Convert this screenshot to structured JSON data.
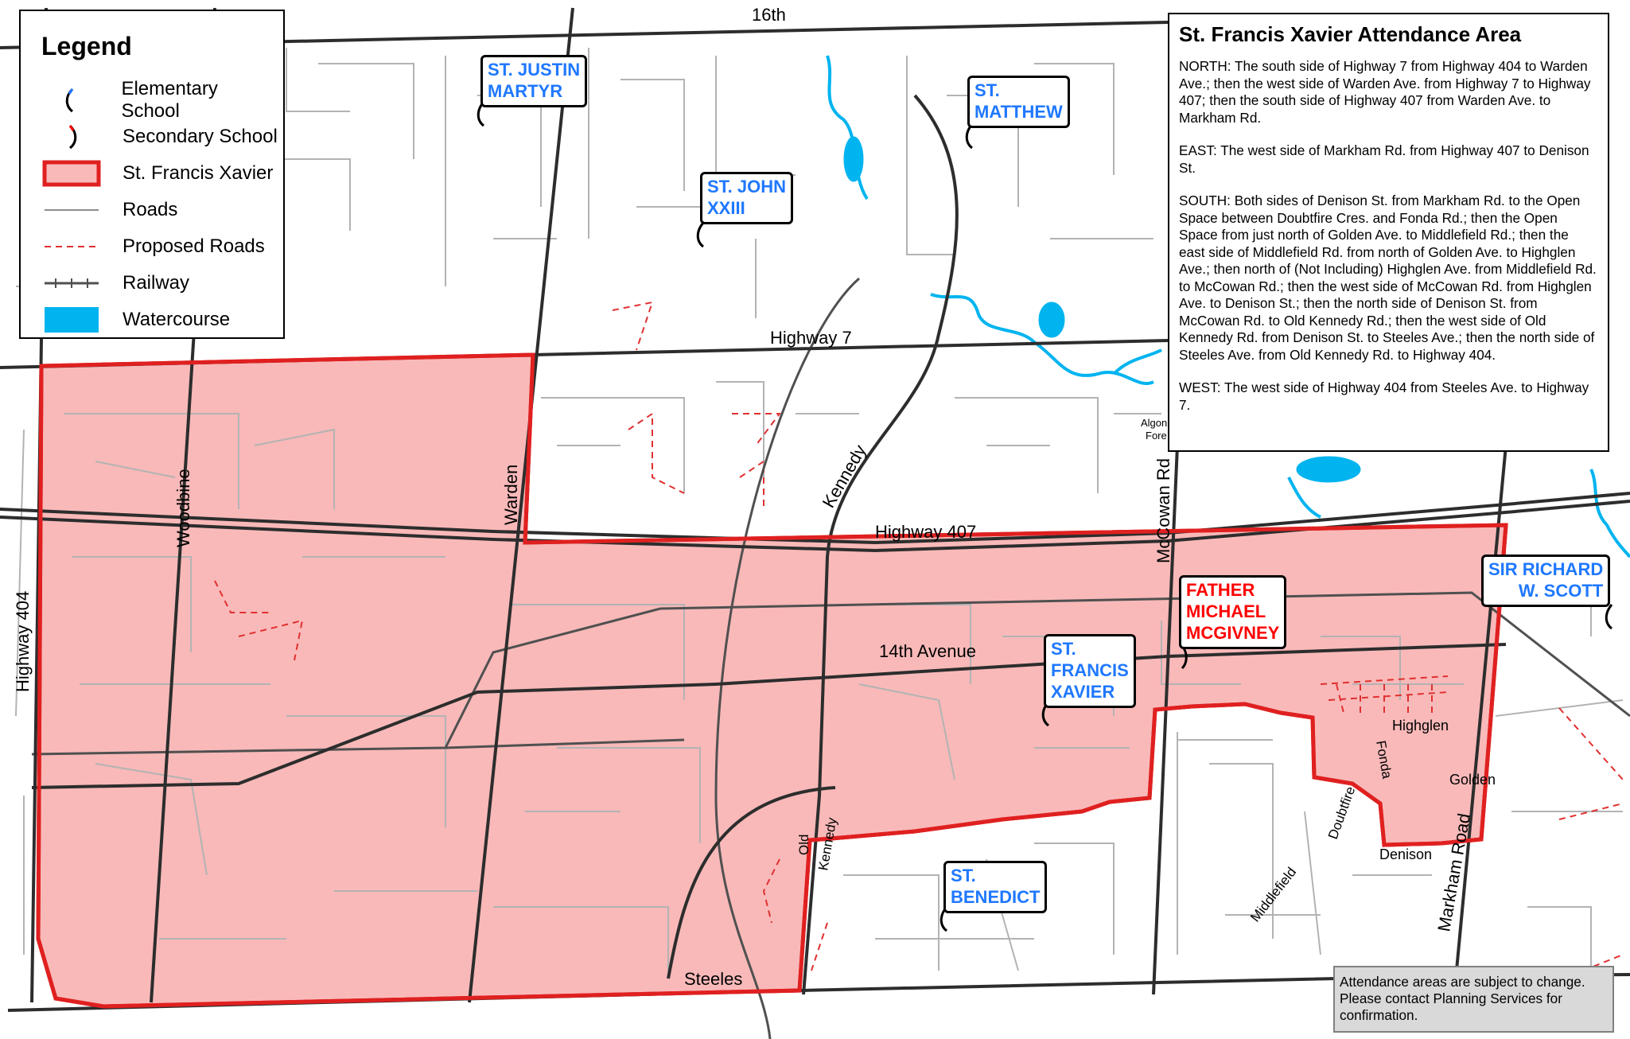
{
  "legend": {
    "title": "Legend",
    "items": [
      {
        "label": "Elementary School",
        "icon": "elementary-school-icon"
      },
      {
        "label": "Secondary School",
        "icon": "secondary-school-icon"
      },
      {
        "label": "St. Francis Xavier",
        "icon": "boundary-area-icon"
      },
      {
        "label": "Roads",
        "icon": "road-line-icon"
      },
      {
        "label": "Proposed Roads",
        "icon": "proposed-road-icon"
      },
      {
        "label": "Railway",
        "icon": "railway-icon"
      },
      {
        "label": "Watercourse",
        "icon": "watercourse-icon"
      }
    ]
  },
  "info": {
    "title": "St. Francis Xavier Attendance Area",
    "north": "NORTH: The south side of Highway 7 from Highway 404 to Warden Ave.; then the west side of Warden Ave. from Highway 7 to Highway 407; then the south side of Highway 407 from Warden Ave. to Markham Rd.",
    "east": "EAST: The west side of Markham Rd. from Highway 407 to Denison St.",
    "south": "SOUTH: Both sides of Denison St. from Markham Rd. to the Open Space between Doubtfire Cres. and Fonda Rd.; then the Open Space from just north of Golden Ave. to Middlefield Rd.; then the east side of Middlefield Rd. from north of Golden Ave. to Highglen Ave.; then north of (Not Including) Highglen Ave. from Middlefield Rd. to McCowan Rd.; then the west side of McCowan Rd. from Highglen Ave. to Denison St.; then the north side of Denison St. from McCowan Rd. to Old Kennedy Rd.; then the west side of Old Kennedy Rd. from Denison St. to Steeles Ave.; then the north side of Steeles Ave. from Old Kennedy Rd. to Highway 404.",
    "west": "WEST: The west side of Highway 404 from Steeles Ave. to Highway 7."
  },
  "note": "Attendance areas are subject to change. Please contact Planning Services for confirmation.",
  "schools": [
    {
      "name": "ST. JUSTIN MARTYR",
      "type": "elementary"
    },
    {
      "name": "ST. MATTHEW",
      "type": "elementary"
    },
    {
      "name": "ST. JOHN XXIII",
      "type": "elementary"
    },
    {
      "name": "FATHER MICHAEL MCGIVNEY",
      "type": "secondary"
    },
    {
      "name": "SIR RICHARD W. SCOTT",
      "type": "elementary"
    },
    {
      "name": "ST. FRANCIS XAVIER",
      "type": "elementary"
    },
    {
      "name": "ST. BENEDICT",
      "type": "elementary"
    }
  ],
  "school_lines": {
    "justin": [
      "ST. JUSTIN",
      "MARTYR"
    ],
    "matthew": [
      "ST.",
      "MATTHEW"
    ],
    "john": [
      "ST. JOHN",
      "XXIII"
    ],
    "mcgivney": [
      "FATHER",
      "MICHAEL",
      "MCGIVNEY"
    ],
    "scott": [
      "SIR RICHARD",
      "W. SCOTT"
    ],
    "fx": [
      "ST.",
      "FRANCIS",
      "XAVIER"
    ],
    "benedict": [
      "ST.",
      "BENEDICT"
    ]
  },
  "roads": {
    "r16th": "16th",
    "hwy7": "Highway 7",
    "hwy407": "Highway 407",
    "hwy404": "Highway 404",
    "woodbine": "Woodbine",
    "warden": "Warden",
    "kennedy": "Kennedy",
    "mccowan": "McCowan Rd",
    "ave14": "14th Avenue",
    "steeles": "Steeles",
    "old": "Old",
    "kennedy2": "Kennedy",
    "highglen": "Highglen",
    "fonda": "Fonda",
    "golden": "Golden",
    "doubtfire": "Doubtfire",
    "denison": "Denison",
    "middlefield": "Middlefield",
    "markham": "Markham Road",
    "algon": "Algon",
    "forest": "Fore"
  },
  "colors": {
    "area_fill": "#f9b9b9",
    "boundary": "#e02020",
    "water": "#00b4f0",
    "elementary_text": "#1f78ff",
    "secondary_text": "#ff0000"
  }
}
